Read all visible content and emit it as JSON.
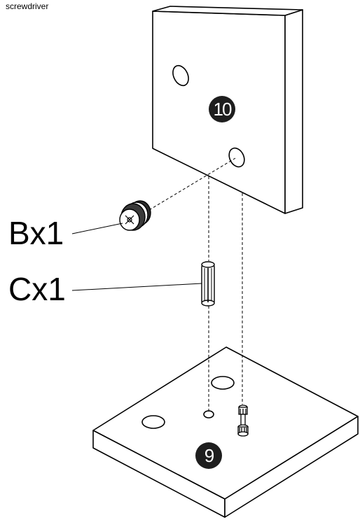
{
  "tool_note": "screwdriver",
  "parts": {
    "b": {
      "label": "Bx1",
      "name": "cam lock"
    },
    "c": {
      "label": "Cx1",
      "name": "wooden dowel"
    }
  },
  "panels": {
    "upper": {
      "number": "10"
    },
    "lower": {
      "number": "9"
    }
  },
  "colors": {
    "line": "#000000",
    "fill": "#ffffff",
    "badge": "#1e1e1e"
  }
}
